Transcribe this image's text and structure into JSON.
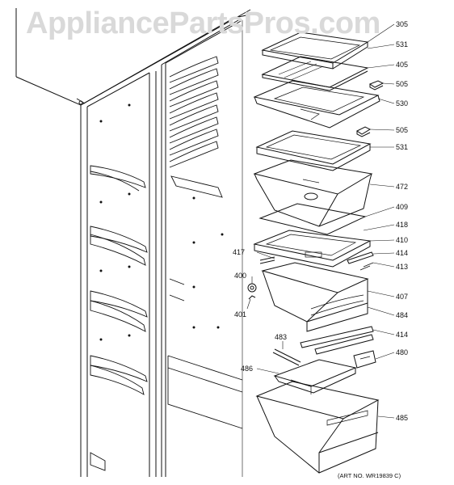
{
  "watermark": "AppliancePartsPros.com",
  "art_number": "(ART NO. WR19839 C)",
  "callouts": {
    "p305": "305",
    "p531a": "531",
    "p405": "405",
    "p505a": "505",
    "p530": "530",
    "p505b": "505",
    "p531b": "531",
    "p472": "472",
    "p409": "409",
    "p418": "418",
    "p410": "410",
    "p414a": "414",
    "p417": "417",
    "p413": "413",
    "p400": "400",
    "p401": "401",
    "p407": "407",
    "p484": "484",
    "p414b": "414",
    "p483": "483",
    "p480": "480",
    "p486": "486",
    "p485": "485"
  },
  "colors": {
    "line": "#111111",
    "watermark": "#d9d9d9"
  }
}
